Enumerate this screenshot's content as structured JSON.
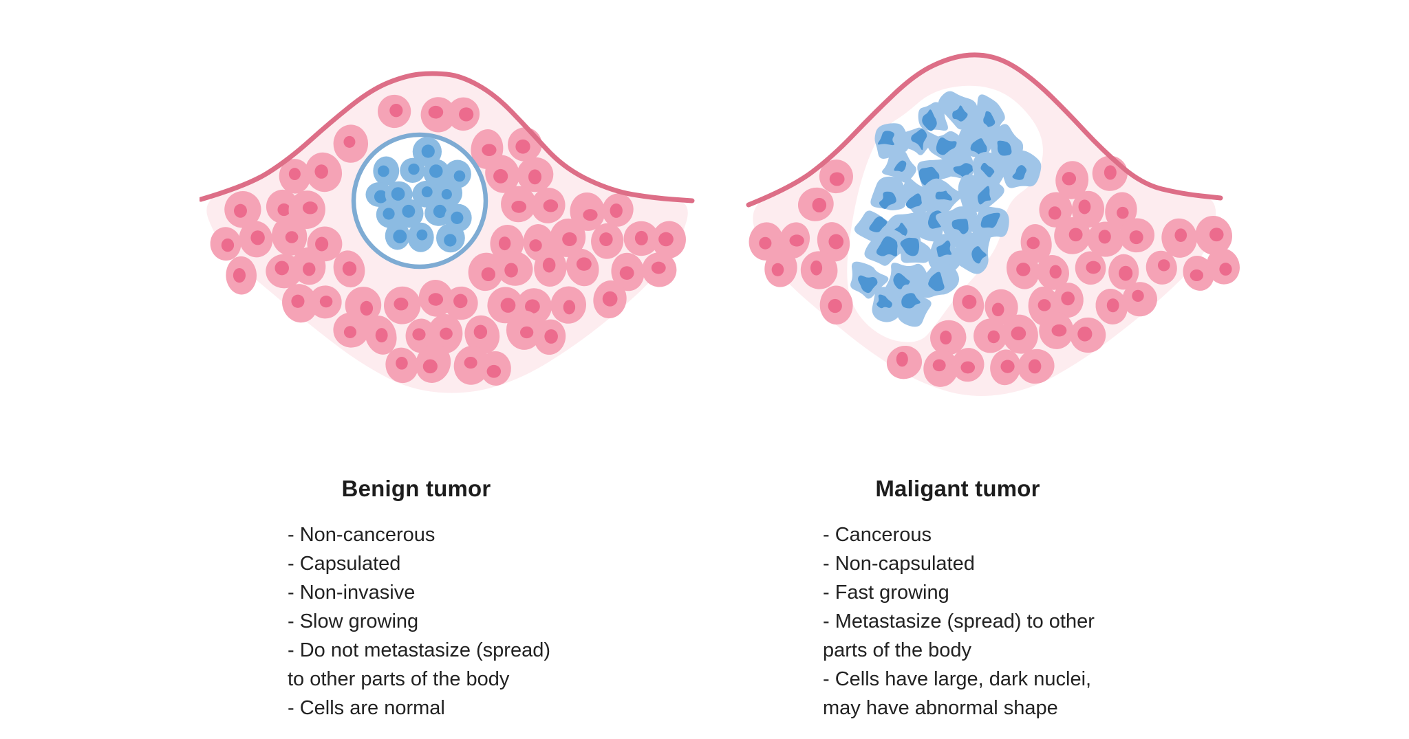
{
  "page": {
    "background": "#ffffff"
  },
  "panels": [
    {
      "id": "benign",
      "title": "Benign tumor",
      "lines": [
        "- Non-cancerous",
        "- Capsulated",
        "- Non-invasive",
        "- Slow growing",
        "- Do not metastasize (spread)",
        "to other parts of the body",
        "- Cells are normal"
      ]
    },
    {
      "id": "malignant",
      "title": "Maligant tumor",
      "lines": [
        "- Cancerous",
        "- Non-capsulated",
        "- Fast growing",
        "- Metastasize (spread) to other",
        "parts of the body",
        "- Cells have large, dark nuclei,",
        "may have abnormal shape"
      ]
    }
  ],
  "colors": {
    "text": "#1c1c1c",
    "membrane": "#dd6e87",
    "tissue": "#fdecef",
    "pink_cell_body": "#f5a3b6",
    "pink_cell_nucleus": "#ec6b8d",
    "capsule_ring": "#7eabd3",
    "capsule_fill": "#ffffff",
    "benign_cell_body": "#8cbbe2",
    "benign_cell_nucleus": "#519ad6",
    "malignant_cell_body": "#a0c5e8",
    "malignant_cell_nucleus": "#4d95d3",
    "malignant_bed": "#ffffff"
  }
}
